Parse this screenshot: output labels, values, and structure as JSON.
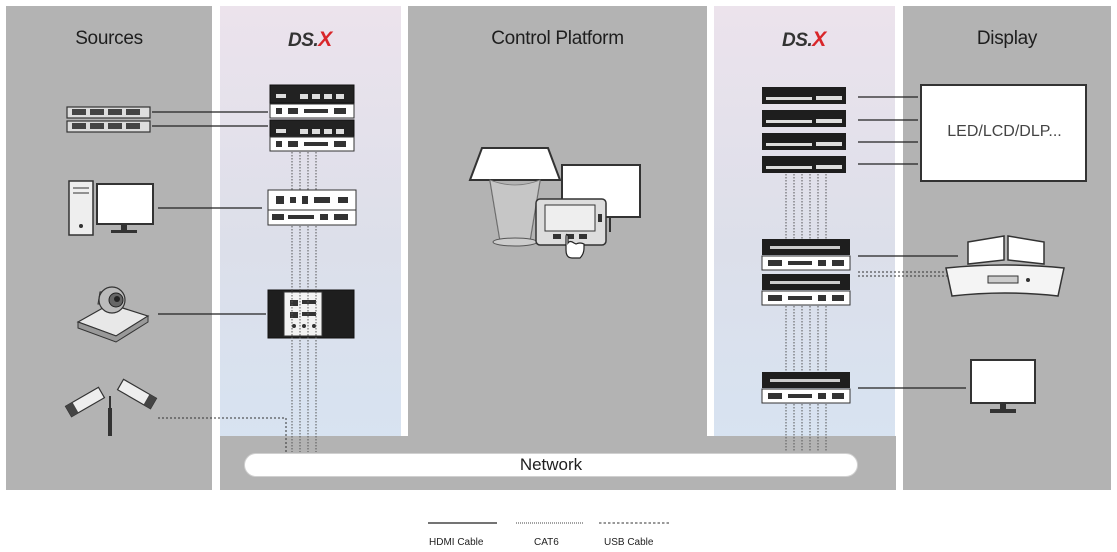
{
  "columns": {
    "sources": "Sources",
    "control": "Control Platform",
    "display": "Display",
    "dsx_left": {
      "prefix": "DS.",
      "x": "X"
    },
    "dsx_right": {
      "prefix": "DS.",
      "x": "X"
    }
  },
  "network": "Network",
  "display_screen": "LED/LCD/DLP...",
  "legend": {
    "hdmi": "HDMI Cable",
    "cat6": "CAT6",
    "usb": "USB Cable"
  },
  "colors": {
    "panel_gray": "#b3b3b3",
    "logo_red": "#d9262a",
    "device_dark": "#222222"
  }
}
